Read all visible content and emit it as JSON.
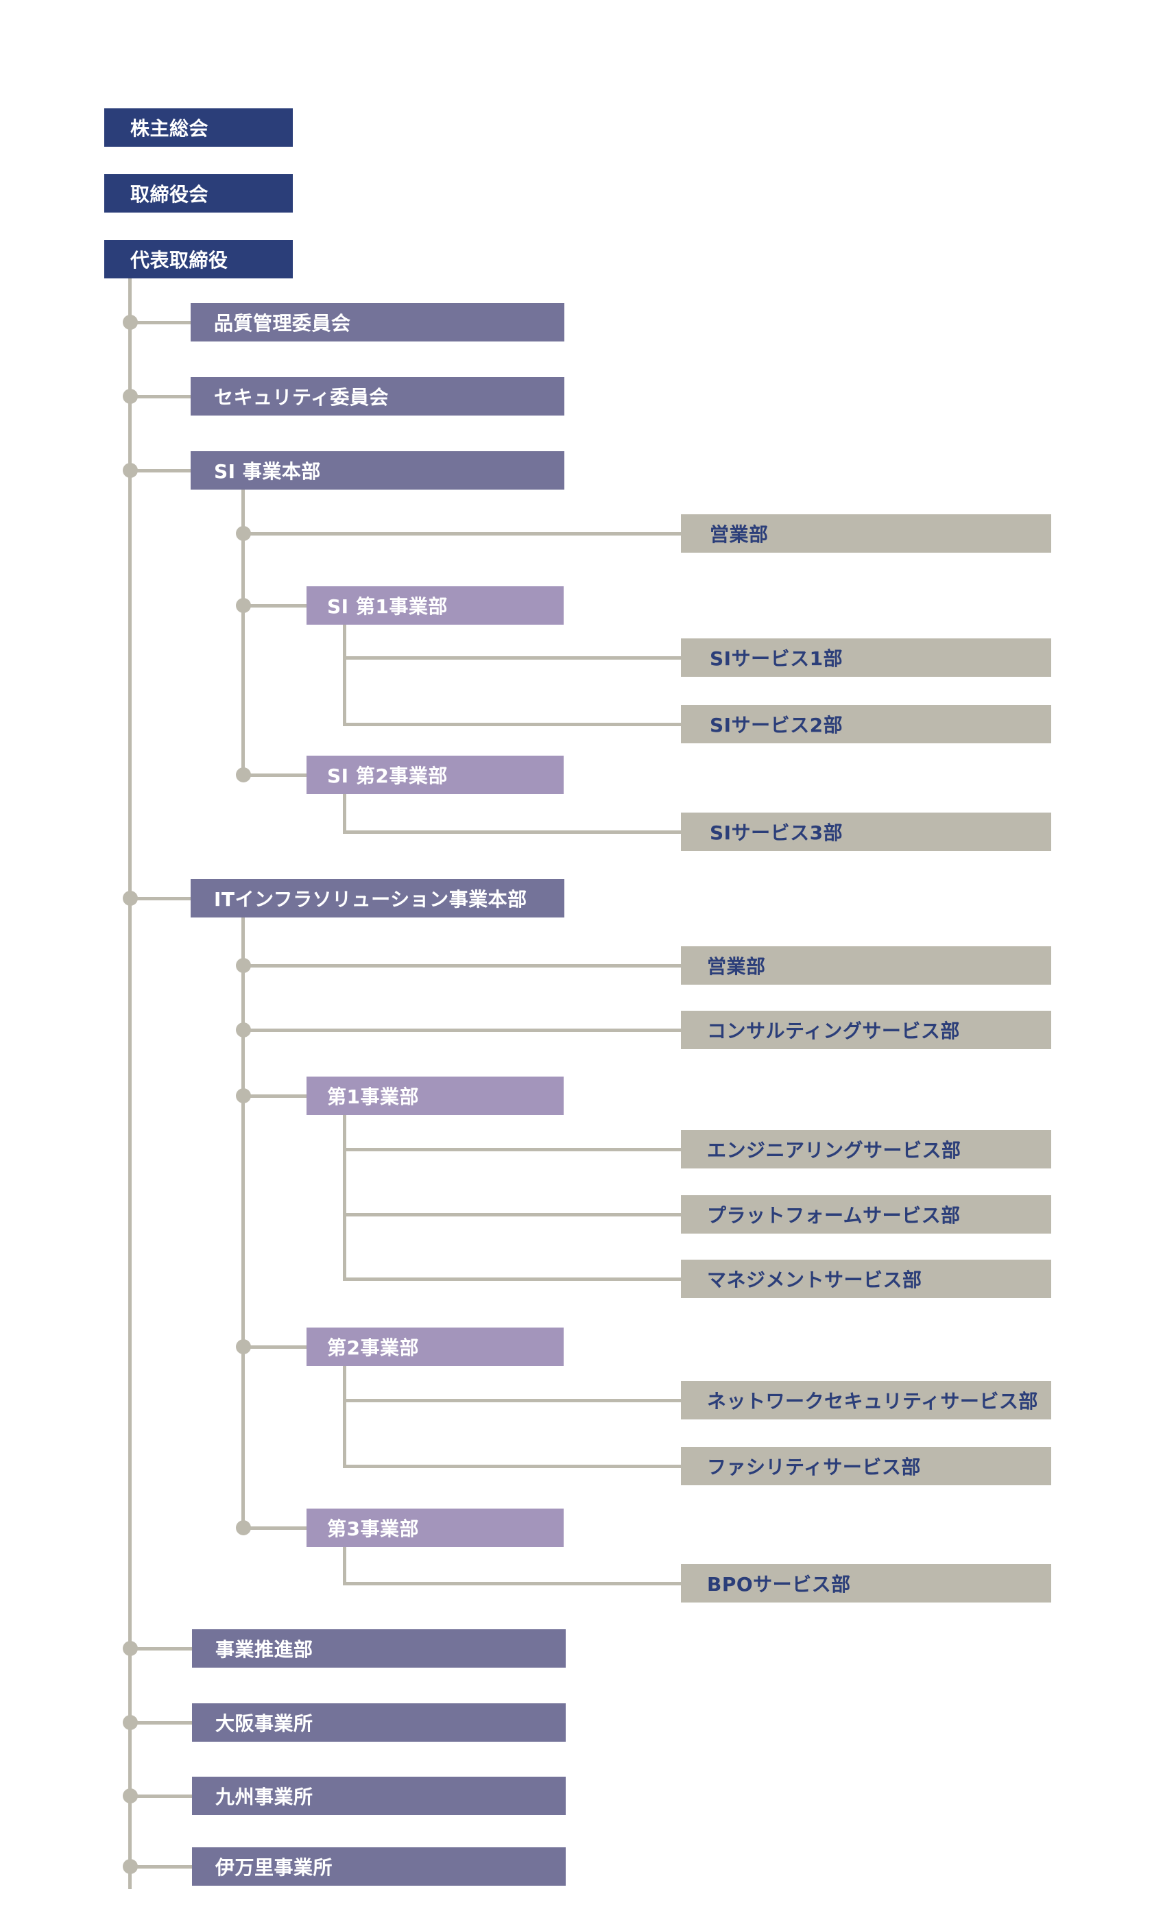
{
  "top": {
    "shareholders": "株主総会",
    "board": "取締役会",
    "representative": "代表取締役"
  },
  "committees": {
    "quality": "品質管理委員会",
    "security": "セキュリティ委員会"
  },
  "si": {
    "label": "SI 事業本部",
    "sales": "営業部",
    "div1": {
      "label": "SI 第1事業部",
      "depts": [
        "SIサービス1部",
        "SIサービス2部"
      ]
    },
    "div2": {
      "label": "SI 第2事業部",
      "depts": [
        "SIサービス3部"
      ]
    }
  },
  "it": {
    "label": "ITインフラソリューション事業本部",
    "sales": "営業部",
    "consulting": "コンサルティングサービス部",
    "div1": {
      "label": "第1事業部",
      "depts": [
        "エンジニアリングサービス部",
        "プラットフォームサービス部",
        "マネジメントサービス部"
      ]
    },
    "div2": {
      "label": "第2事業部",
      "depts": [
        "ネットワークセキュリティサービス部",
        "ファシリティサービス部"
      ]
    },
    "div3": {
      "label": "第3事業部",
      "depts": [
        "BPOサービス部"
      ]
    }
  },
  "others": [
    "事業推進部",
    "大阪事業所",
    "九州事業所",
    "伊万里事業所"
  ],
  "colors": {
    "top": "#2b3e79",
    "division": "#747399",
    "subdivision": "#a395bb",
    "department": "#bcb9ad",
    "connector": "#bcb9ad"
  }
}
